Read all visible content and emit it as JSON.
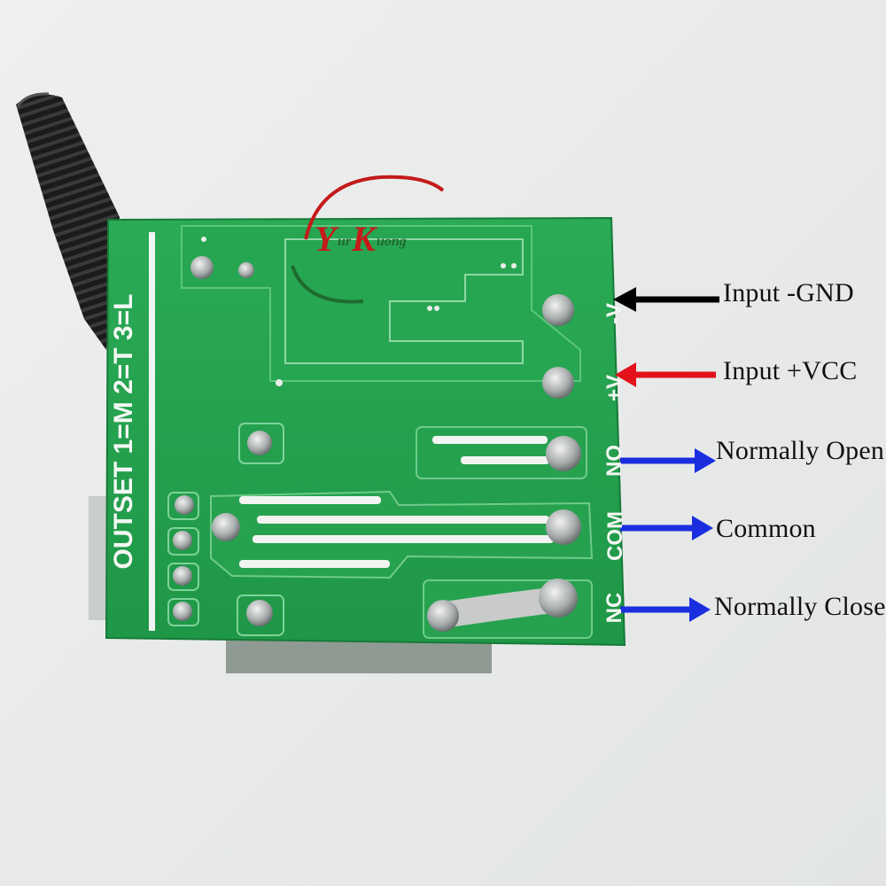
{
  "logo": {
    "big_y": "Y",
    "small_ur": "ur",
    "big_k": "K",
    "small_uong": "uong",
    "primary_color": "#c41a1a",
    "secondary_color": "#1f6a2e"
  },
  "board": {
    "side_label": "OUTSET  1=M  2=T  3=L",
    "terminal_labels": [
      "-V",
      "+V",
      "NO",
      "COM",
      "NC"
    ],
    "board_color": "#22a14d"
  },
  "callouts": [
    {
      "text": "Input -GND",
      "arrow_color": "#000000"
    },
    {
      "text": "Input +VCC",
      "arrow_color": "#e3121a"
    },
    {
      "text": "Normally Open",
      "arrow_color": "#1a2ee0"
    },
    {
      "text": "Common",
      "arrow_color": "#1a2ee0"
    },
    {
      "text": "Normally Close",
      "arrow_color": "#1a2ee0"
    }
  ]
}
